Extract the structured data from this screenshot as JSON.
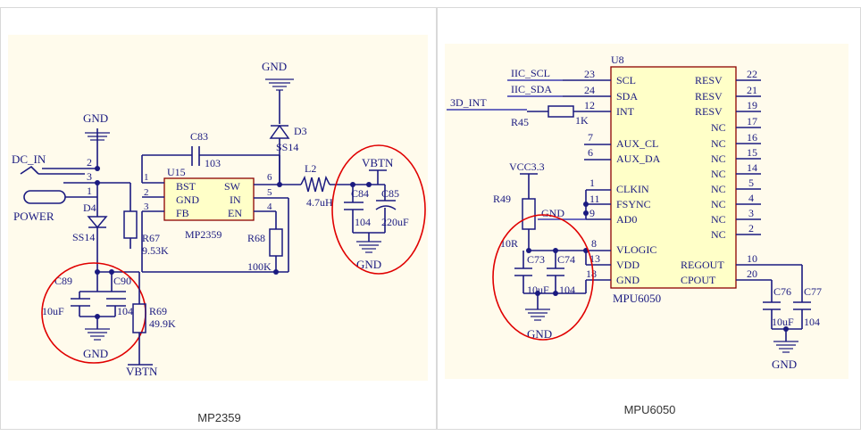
{
  "captions": {
    "left": "MP2359",
    "right": "MPU6050"
  },
  "left": {
    "gnd_top": "GND",
    "gnd_left": "GND",
    "gnd_bottom": "GND",
    "gnd_right": "GND",
    "dc_in": "DC_IN",
    "power": "POWER",
    "jack_pins": [
      "2",
      "3",
      "1"
    ],
    "d4": "D4",
    "d4_val": "SS14",
    "d3": "D3",
    "d3_val": "SS14",
    "c83": "C83",
    "c83_val": "103",
    "u15": "U15",
    "u15_pins_left": [
      "BST",
      "GND",
      "FB"
    ],
    "u15_pins_right": [
      "SW",
      "IN",
      "EN"
    ],
    "u15_pnum_left": [
      "1",
      "2",
      "3"
    ],
    "u15_pnum_right": [
      "6",
      "5",
      "4"
    ],
    "u15_part": "MP2359",
    "r67": "R67",
    "r67_val": "9.53K",
    "r68": "R68",
    "r68_val": "100K",
    "l2": "L2",
    "l2_val": "4.7uH",
    "vbtn_top": "VBTN",
    "c84": "C84",
    "c84_val": "104",
    "c85": "C85",
    "c85_val": "220uF",
    "c89": "C89",
    "c89_val": "10uF",
    "c90": "C90",
    "c90_val": "104",
    "r69": "R69",
    "r69_val": "49.9K",
    "vbtn_bottom": "VBTN"
  },
  "right": {
    "u8": "U8",
    "left_nets": [
      "IIC_SCL",
      "IIC_SDA",
      "3D_INT"
    ],
    "left_pins": [
      {
        "num": "23",
        "name": "SCL"
      },
      {
        "num": "24",
        "name": "SDA"
      },
      {
        "num": "12",
        "name": "INT"
      },
      {
        "num": "7",
        "name": "AUX_CL"
      },
      {
        "num": "6",
        "name": "AUX_DA"
      },
      {
        "num": "1",
        "name": "CLKIN"
      },
      {
        "num": "11",
        "name": "FSYNC"
      },
      {
        "num": "9",
        "name": "AD0"
      },
      {
        "num": "8",
        "name": "VLOGIC"
      },
      {
        "num": "13",
        "name": "VDD"
      },
      {
        "num": "18",
        "name": "GND"
      }
    ],
    "right_pins": [
      {
        "num": "22",
        "name": "RESV"
      },
      {
        "num": "21",
        "name": "RESV"
      },
      {
        "num": "19",
        "name": "RESV"
      },
      {
        "num": "17",
        "name": "NC"
      },
      {
        "num": "16",
        "name": "NC"
      },
      {
        "num": "15",
        "name": "NC"
      },
      {
        "num": "14",
        "name": "NC"
      },
      {
        "num": "5",
        "name": "NC"
      },
      {
        "num": "4",
        "name": "NC"
      },
      {
        "num": "3",
        "name": "NC"
      },
      {
        "num": "2",
        "name": "NC"
      },
      {
        "num": "10",
        "name": "REGOUT"
      },
      {
        "num": "20",
        "name": "CPOUT"
      }
    ],
    "r45": "R45",
    "r45_val": "1K",
    "vcc": "VCC3.3",
    "r49": "R49",
    "r49_val": "10R",
    "gnd_ad0": "GND",
    "c73": "C73",
    "c74": "C74",
    "c73_val": "10uF",
    "c74_val": "104",
    "gnd_left": "GND",
    "c76": "C76",
    "c77": "C77",
    "c76_val": "10uF",
    "c77_val": "104",
    "gnd_right": "GND",
    "part": "MPU6050"
  }
}
